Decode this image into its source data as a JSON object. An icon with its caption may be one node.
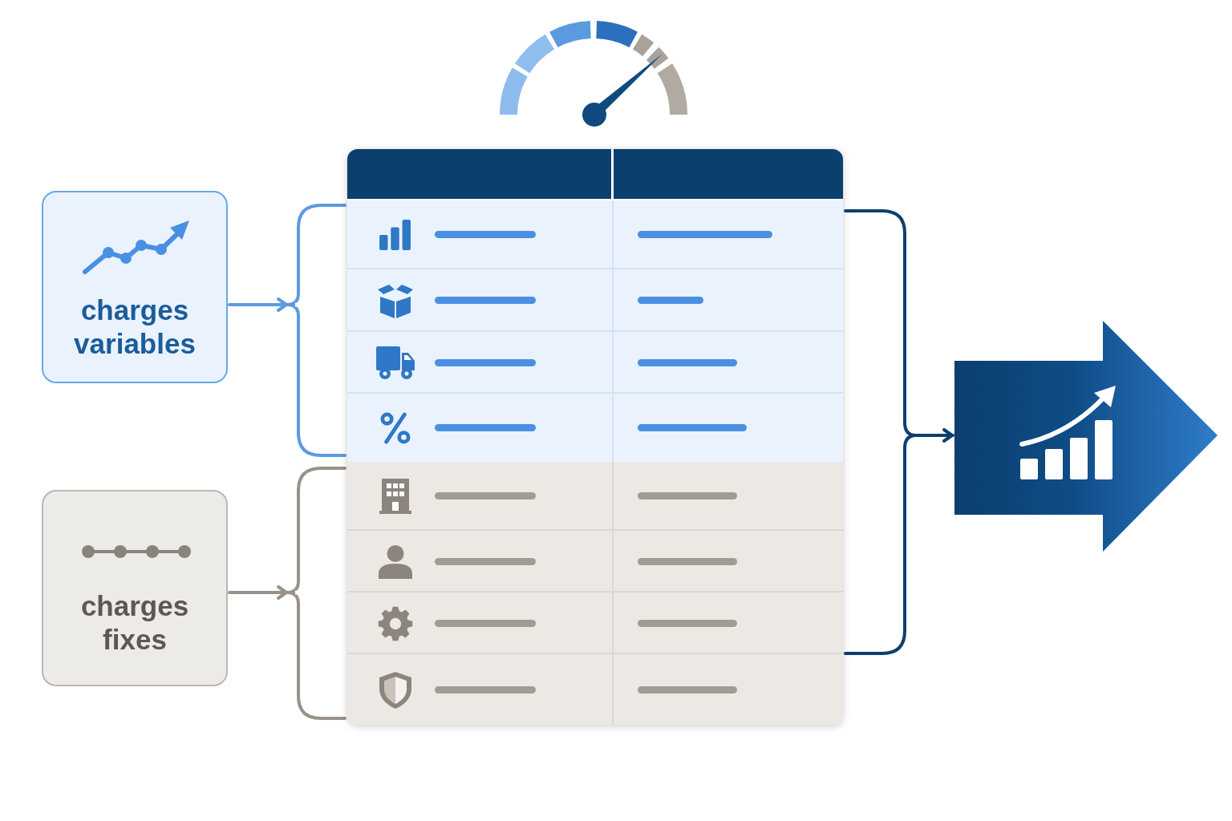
{
  "diagram": {
    "nodes": [
      {
        "text": [
          "charges variables"
        ]
      },
      {
        "text": [
          "charges fixes"
        ]
      },
      {
        "text": [],
        "shape": "box"
      },
      {
        "text": [],
        "shape": "box",
        "in": 2
      },
      {
        "text": [],
        "shape": "box",
        "in": 2
      },
      {
        "text": [],
        "shape": "arrow"
      }
    ],
    "edges": [
      {
        "from": 0,
        "to": 3,
        "arrow": "to",
        "color": "#5b9be0"
      },
      {
        "from": 1,
        "to": 4,
        "arrow": "to",
        "color": "#9a928a"
      },
      {
        "from": 2,
        "to": 5,
        "arrow": "to",
        "color": "#0d3f6e"
      }
    ]
  }
}
